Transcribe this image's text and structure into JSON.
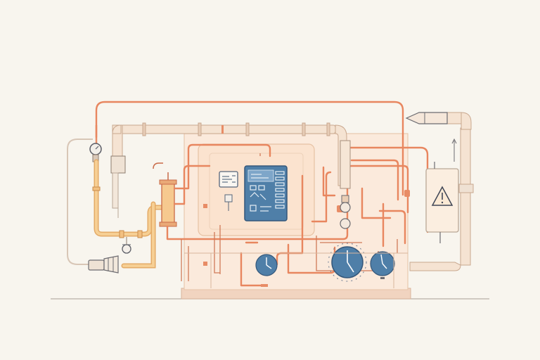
{
  "colors": {
    "background": "#f8f5ee",
    "copper_pipe": "#e88c66",
    "copper_pipe_dark": "#c96a48",
    "cream_pipe": "#f3dcc8",
    "pipe_outline": "#c9a88f",
    "amber_pipe": "#f2c081",
    "panel_blue": "#4f7fa8",
    "panel_blue_dark": "#34577a",
    "gauge_blue": "#4f7fa8",
    "warning_yellow": "#f6e6c8",
    "base": "#f1d9c7",
    "ground_line": "#b7b0a6"
  },
  "components": [
    {
      "name": "control-panel",
      "icon": "display-screen"
    },
    {
      "name": "warning-box",
      "icon": "warning-triangle-icon"
    },
    {
      "name": "gauge-left",
      "icon": "clock-gauge-icon"
    },
    {
      "name": "gauge-center",
      "icon": "clock-gauge-icon"
    },
    {
      "name": "gauge-right",
      "icon": "clock-gauge-icon"
    },
    {
      "name": "pressure-gauge",
      "icon": "pressure-gauge-icon"
    },
    {
      "name": "filter-cartridge",
      "icon": "filter-icon"
    },
    {
      "name": "exhaust-nozzle",
      "icon": "nozzle-icon"
    },
    {
      "name": "inlet-coupling",
      "icon": "coupling-icon"
    }
  ]
}
